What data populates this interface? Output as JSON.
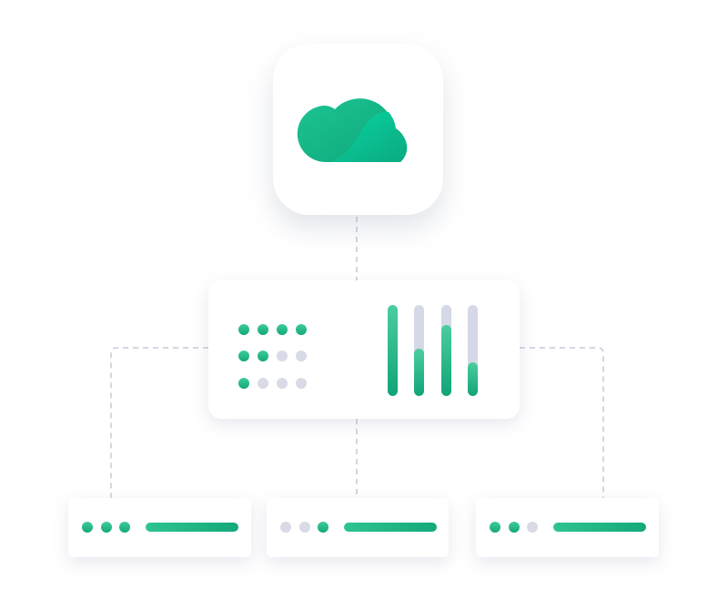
{
  "icon": "cloud-icon",
  "colors": {
    "accent": "#14b083",
    "inactive": "#d8dae6",
    "connector": "#c5cad8"
  },
  "hub": {
    "dot_rows": [
      [
        1,
        1,
        1,
        1
      ],
      [
        1,
        1,
        0,
        0
      ],
      [
        1,
        0,
        0,
        0
      ]
    ],
    "bar_levels": [
      1.0,
      0.52,
      0.78,
      0.37
    ]
  },
  "nodes": [
    {
      "dots": [
        1,
        1,
        1
      ],
      "bar_level": 1.0
    },
    {
      "dots": [
        0,
        0,
        1
      ],
      "bar_level": 1.0
    },
    {
      "dots": [
        1,
        1,
        0
      ],
      "bar_level": 1.0
    }
  ]
}
